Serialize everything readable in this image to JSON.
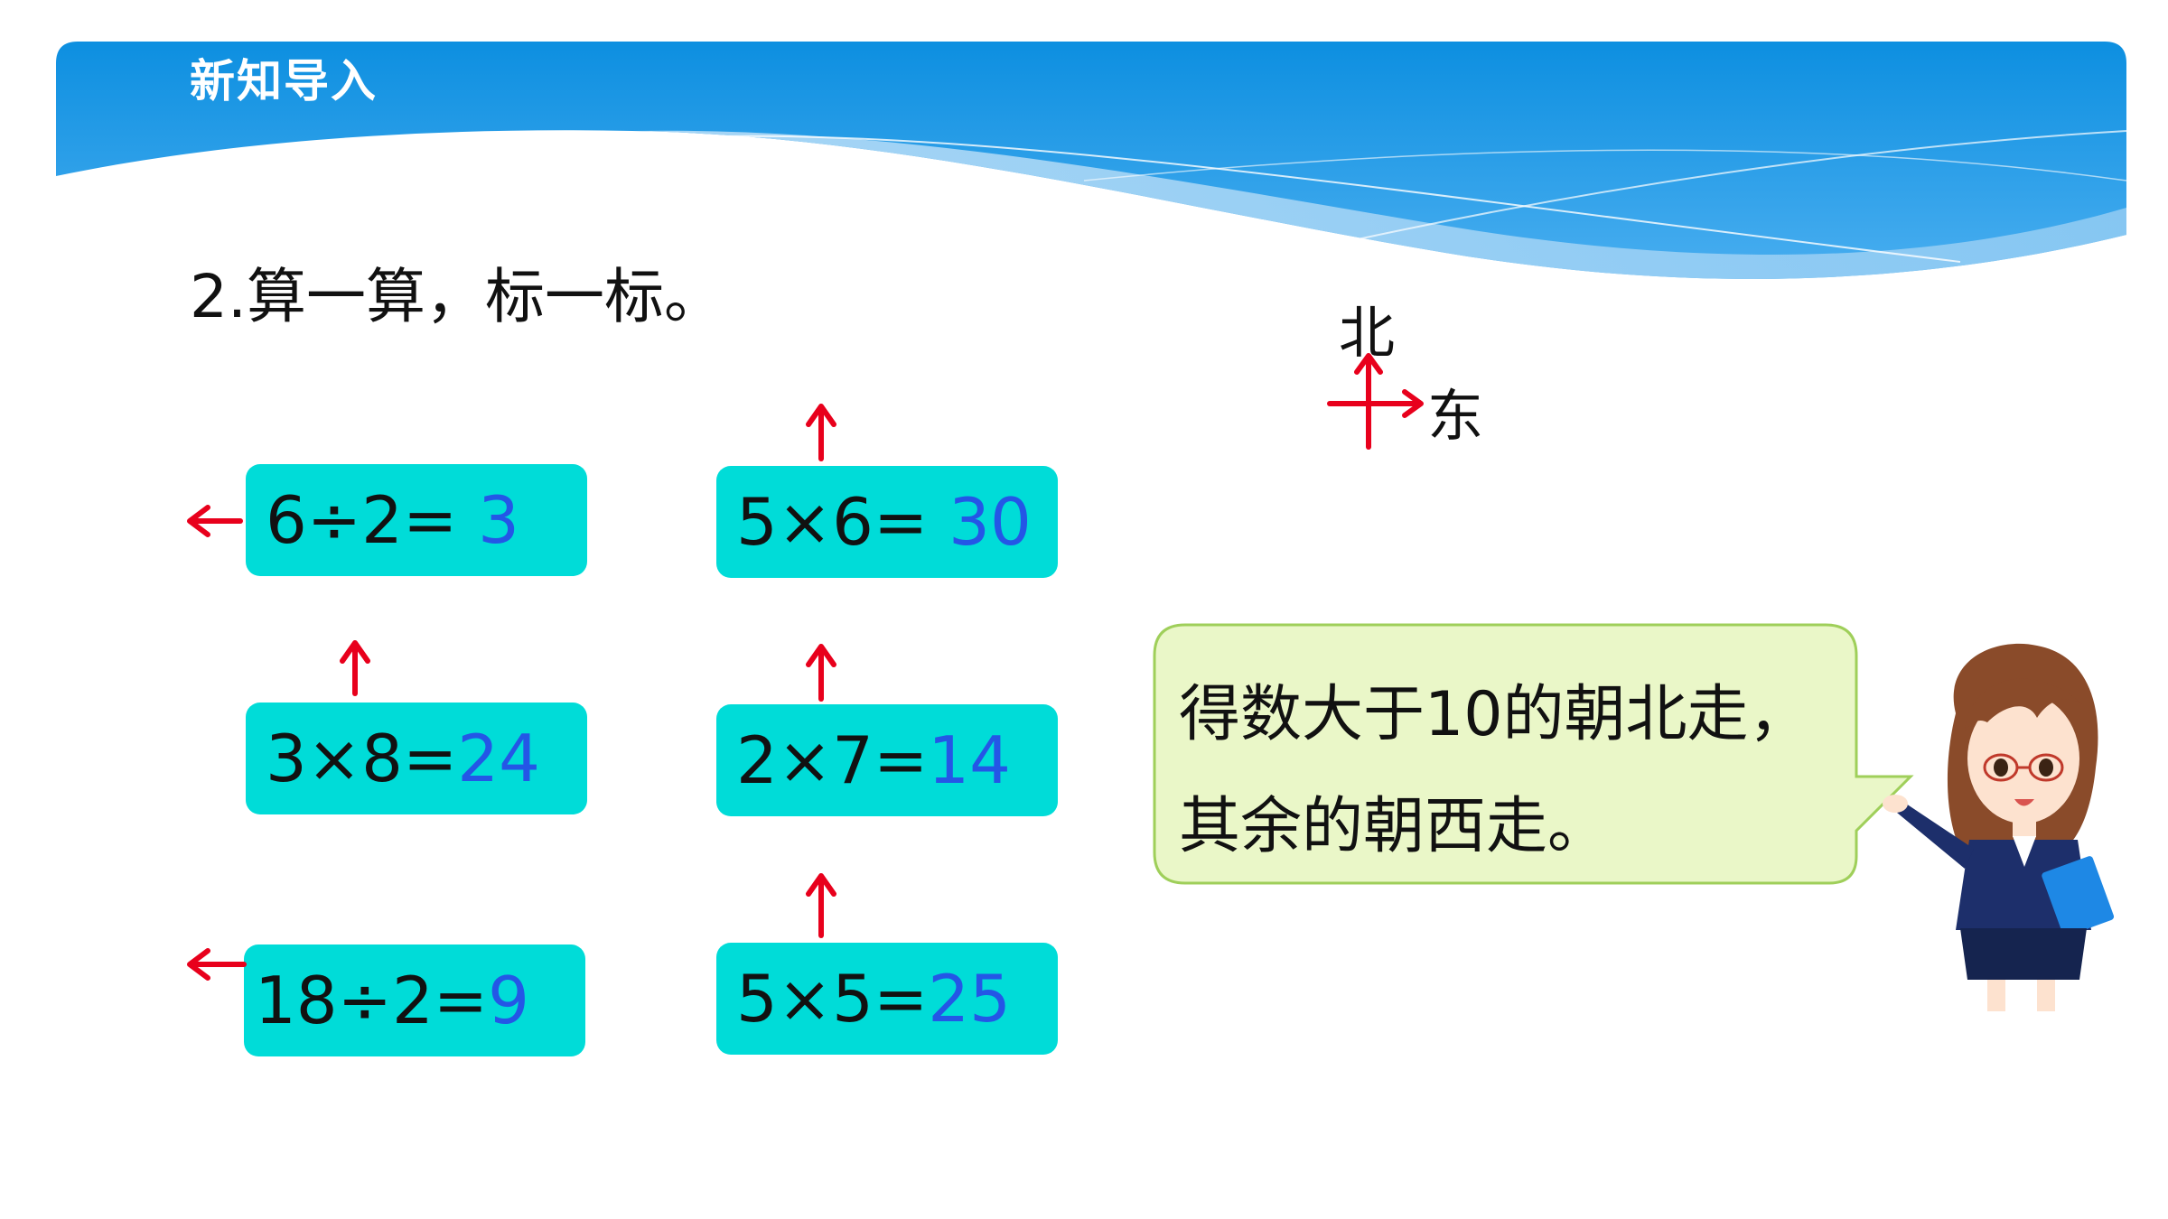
{
  "header": {
    "title": "新知导入"
  },
  "question": "2.算一算，标一标。",
  "compass": {
    "north": "北",
    "east": "东"
  },
  "cards": [
    {
      "expr": "6÷2= ",
      "answer": "3",
      "arrow": "left"
    },
    {
      "expr": "5×6= ",
      "answer": "30",
      "arrow": "up"
    },
    {
      "expr": "3×8=",
      "answer": "24",
      "arrow": "up"
    },
    {
      "expr": "2×7=",
      "answer": "14",
      "arrow": "up"
    },
    {
      "expr": "18÷2=",
      "answer": "9",
      "arrow": "left"
    },
    {
      "expr": "5×5=",
      "answer": "25",
      "arrow": "up"
    }
  ],
  "hint": {
    "line1": "得数大于10的朝北走，",
    "line2": "其余的朝西走。"
  },
  "colors": {
    "card": "#00dcd8",
    "answer": "#2456e6",
    "arrow": "#e8001c",
    "bubble_fill": "#eaf7c8",
    "bubble_border": "#9fcf5a",
    "header_blue": "#1890e0"
  },
  "icons": [
    "arrow-left-icon",
    "arrow-up-icon",
    "compass-icon",
    "teacher-illustration"
  ]
}
